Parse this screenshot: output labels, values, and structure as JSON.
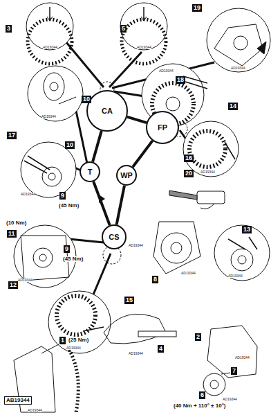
{
  "diagram": {
    "nodes": [
      {
        "text": [
          "CA"
        ]
      },
      {
        "text": [
          "FP"
        ]
      },
      {
        "text": [
          "T"
        ]
      },
      {
        "text": [
          "WP"
        ]
      },
      {
        "text": [
          "CS"
        ]
      }
    ],
    "edges": [
      {
        "from": 0,
        "to": 1,
        "arrow": "none"
      },
      {
        "from": 1,
        "to": 3,
        "arrow": "none"
      },
      {
        "from": 3,
        "to": 4,
        "arrow": "none"
      },
      {
        "from": 4,
        "to": 2,
        "arrow": "none"
      },
      {
        "from": 2,
        "to": 0,
        "arrow": "none"
      }
    ],
    "labels": [
      "19",
      "3",
      "5",
      "18",
      "14",
      "10",
      "17",
      "10",
      "16",
      "9",
      "(45 Nm)",
      "20",
      "(10 Nm)",
      "11",
      "9",
      "(45 Nm)",
      "13",
      "12",
      "8",
      "15",
      "1",
      "(25 Nm)",
      "4",
      "2",
      "7",
      "6",
      "(40 Nm + 110° ± 10°)",
      "AB19344",
      "AD19344",
      "AD19344",
      "AD19344",
      "AD19344",
      "AD19344",
      "AD19344",
      "AD19344",
      "AD19344",
      "AD19344",
      "AD19344",
      "AD19344",
      "AD19344",
      "AD19344",
      "AD19344",
      "AD19344",
      "AD19344"
    ]
  }
}
